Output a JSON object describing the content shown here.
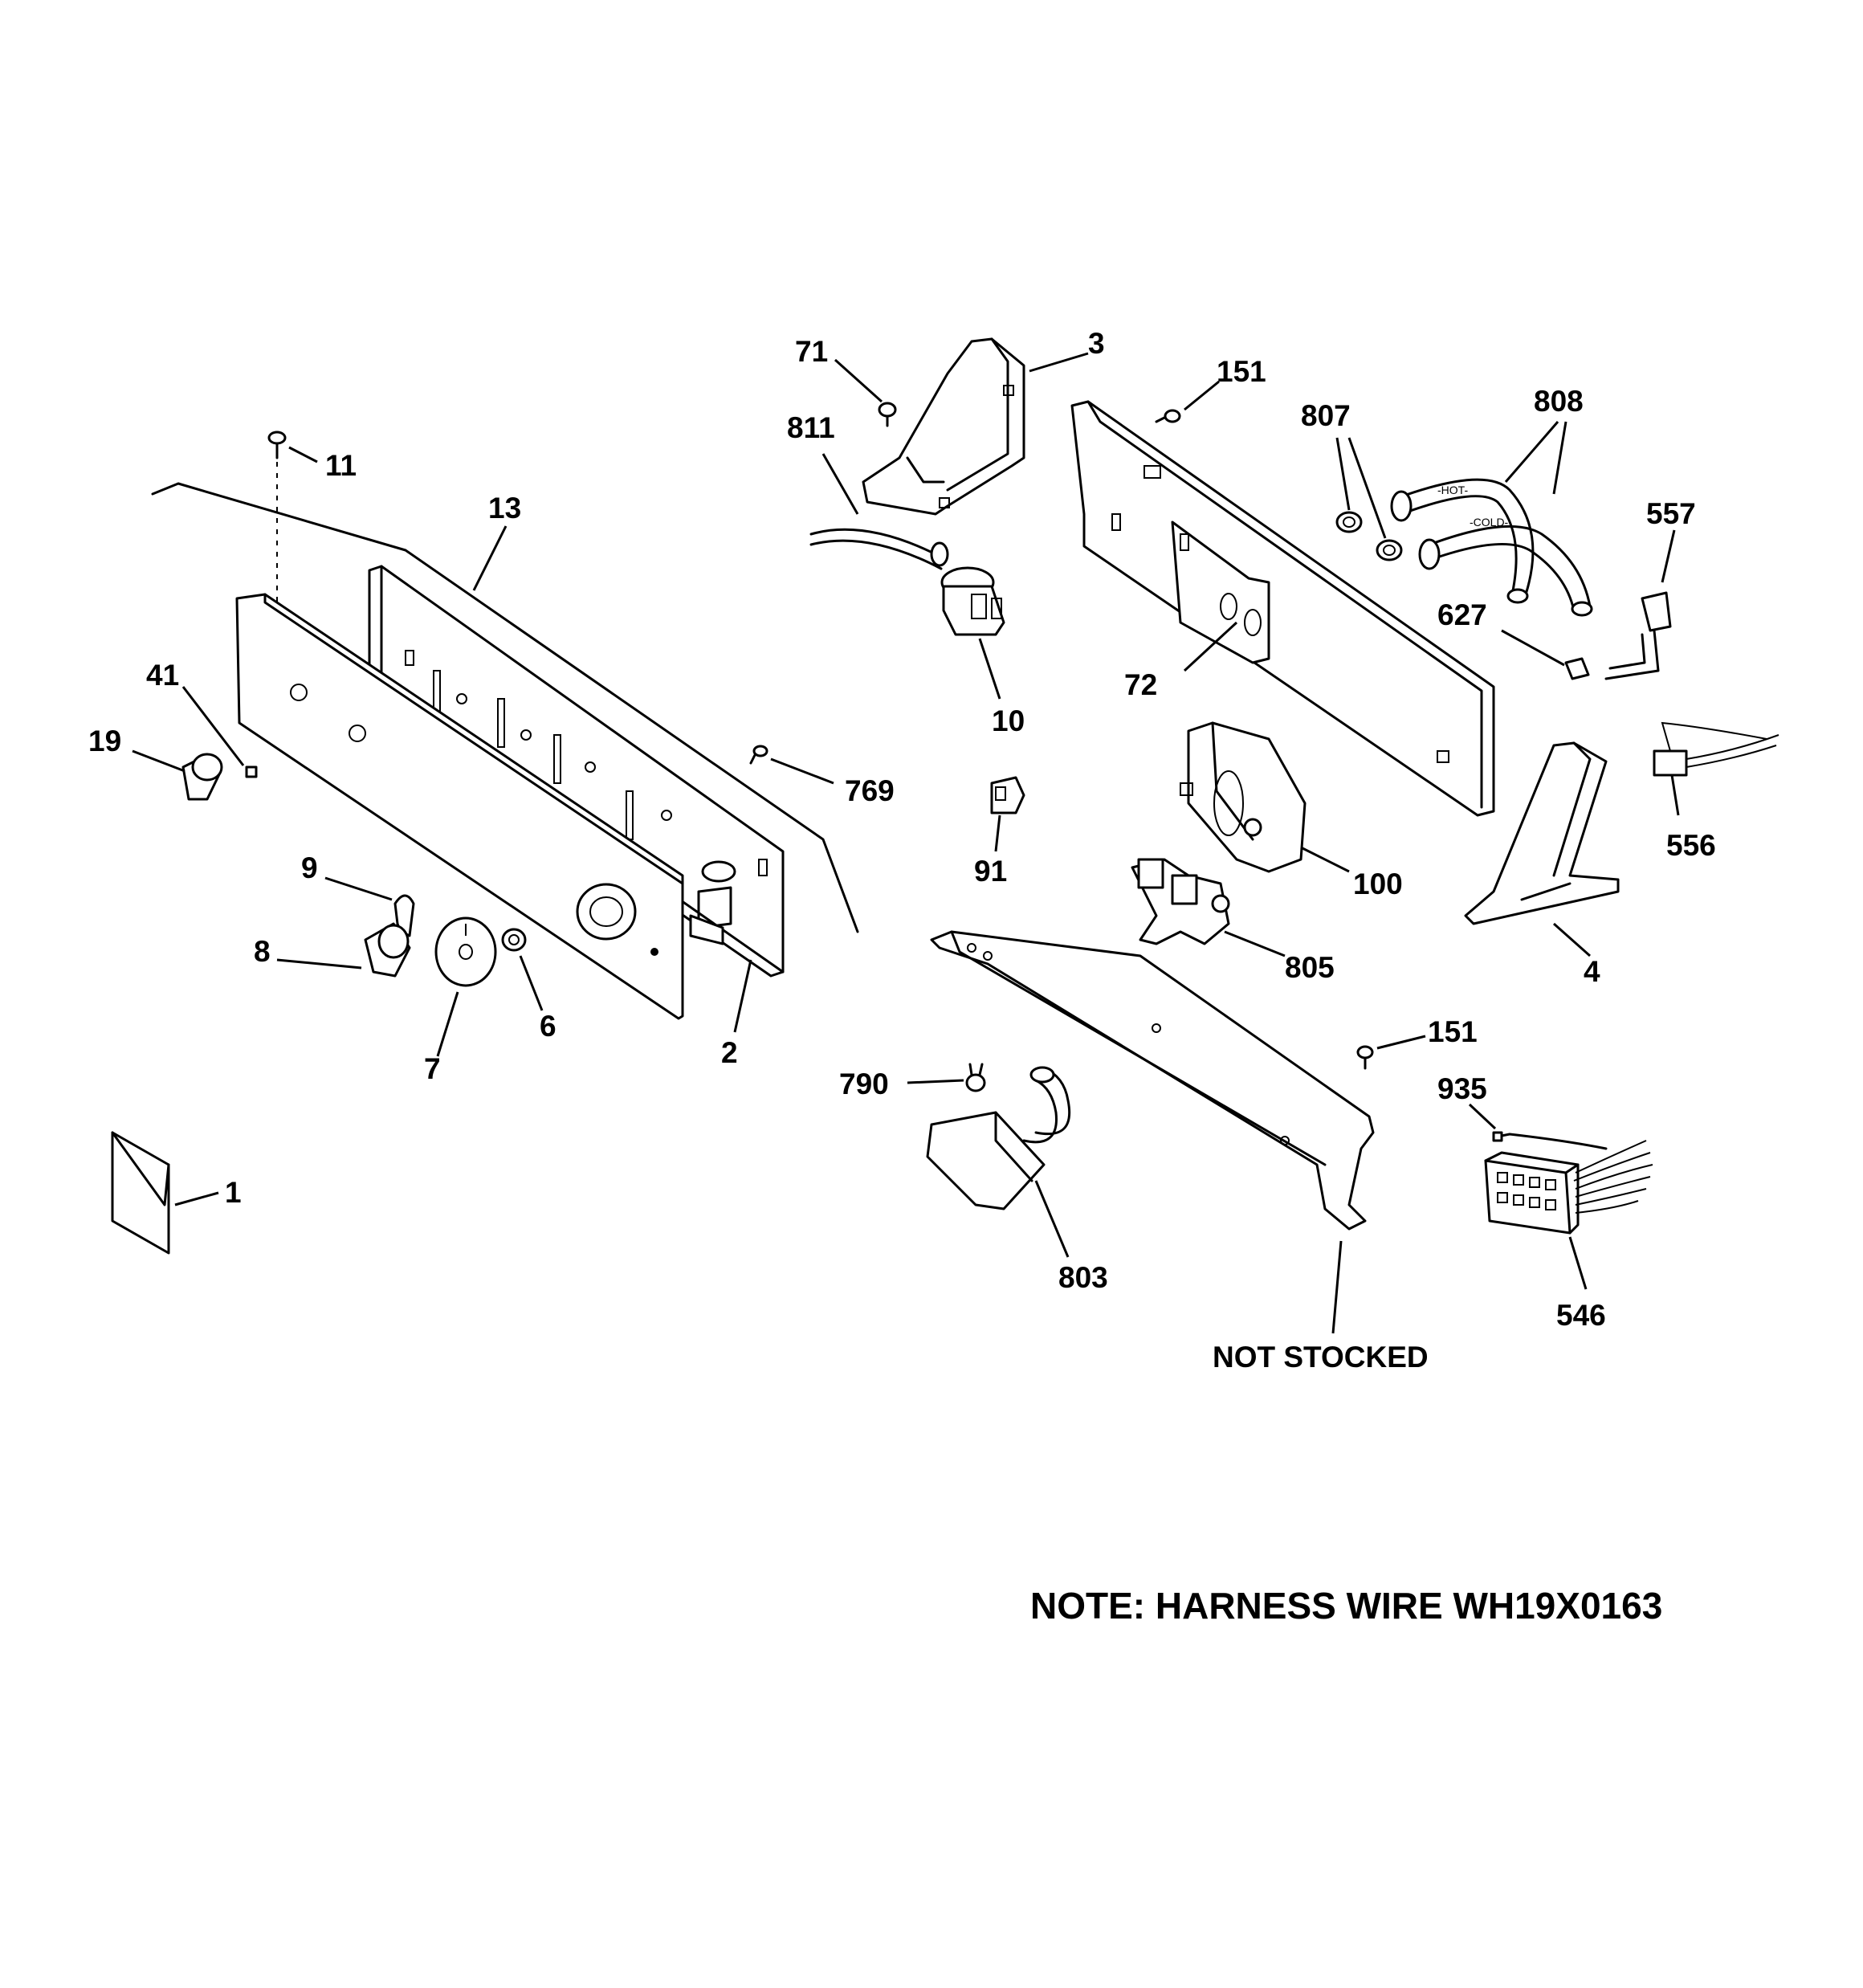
{
  "callouts": {
    "c1": "1",
    "c2": "2",
    "c3": "3",
    "c4": "4",
    "c6": "6",
    "c7": "7",
    "c8": "8",
    "c9": "9",
    "c10": "10",
    "c11": "11",
    "c13": "13",
    "c19": "19",
    "c41": "41",
    "c71": "71",
    "c72": "72",
    "c91": "91",
    "c100": "100",
    "c151a": "151",
    "c151b": "151",
    "c546": "546",
    "c556": "556",
    "c557": "557",
    "c627": "627",
    "c769": "769",
    "c790": "790",
    "c803": "803",
    "c805": "805",
    "c807": "807",
    "c808": "808",
    "c811": "811",
    "c935": "935",
    "not_stocked": "NOT STOCKED"
  },
  "hose_labels": {
    "hot": "-HOT-",
    "cold": "-COLD-"
  },
  "note": "NOTE: HARNESS WIRE WH19X0163"
}
